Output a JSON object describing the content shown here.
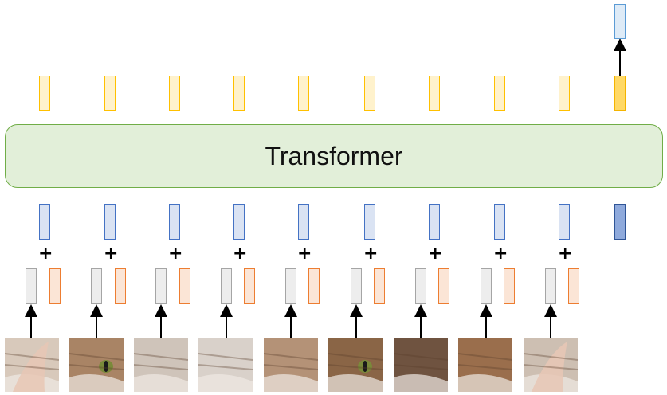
{
  "diagram": {
    "transformer_label": "Transformer",
    "plus_sign": "+",
    "patches": [
      {
        "name": "patch-1",
        "bg": "#d8c9bb",
        "ear": true,
        "eye": false
      },
      {
        "name": "patch-2",
        "bg": "#a98465",
        "ear": false,
        "eye": true
      },
      {
        "name": "patch-3",
        "bg": "#cfc4ba",
        "ear": false,
        "eye": false
      },
      {
        "name": "patch-4",
        "bg": "#d9d1ca",
        "ear": false,
        "eye": false
      },
      {
        "name": "patch-5",
        "bg": "#b49277",
        "ear": false,
        "eye": false
      },
      {
        "name": "patch-6",
        "bg": "#8a6546",
        "ear": false,
        "eye": true
      },
      {
        "name": "patch-7",
        "bg": "#6f5340",
        "ear": false,
        "eye": false
      },
      {
        "name": "patch-8",
        "bg": "#9a6e4c",
        "ear": false,
        "eye": false
      },
      {
        "name": "patch-9",
        "bg": "#cdbfb2",
        "ear": true,
        "eye": false
      }
    ]
  }
}
